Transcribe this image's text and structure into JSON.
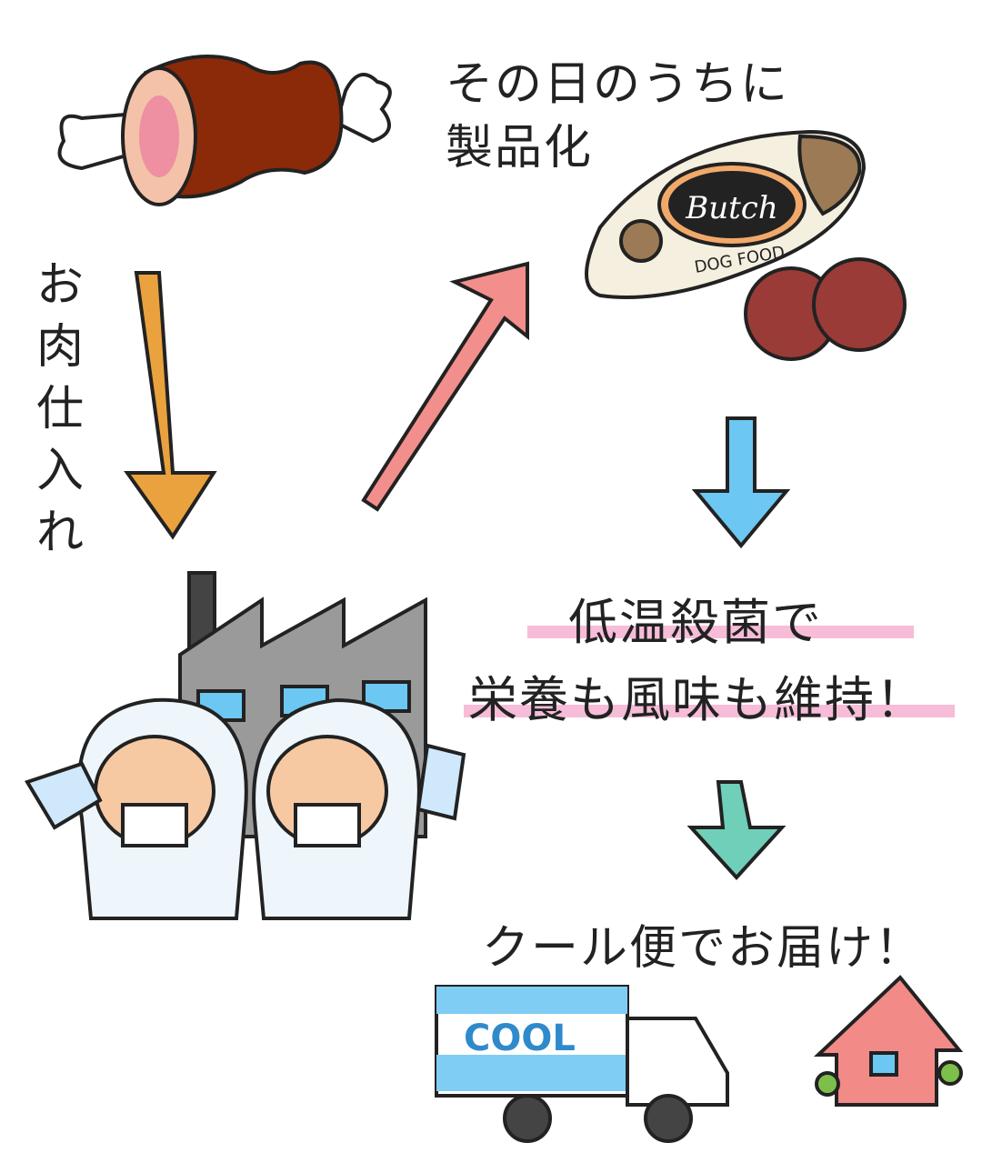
{
  "steps": {
    "production": "その日のうちに製品化",
    "purchase": "お肉仕入れ",
    "pasteurize_line1": "低温殺菌で",
    "pasteurize_line2": "栄養も風味も維持！",
    "delivery": "クール便でお届け！"
  },
  "product": {
    "brand": "Butch",
    "sub": "DOG FOOD"
  },
  "truck": {
    "label": "COOL"
  },
  "colors": {
    "meat": "#8b2a08",
    "arrow_orange": "#eaa23e",
    "arrow_pink": "#f28f8c",
    "arrow_blue": "#6cc7f2",
    "arrow_teal": "#6fcfb8",
    "highlight": "#f6bcd8",
    "house": "#f28a87",
    "truck_blue": "#7fcdf5"
  }
}
